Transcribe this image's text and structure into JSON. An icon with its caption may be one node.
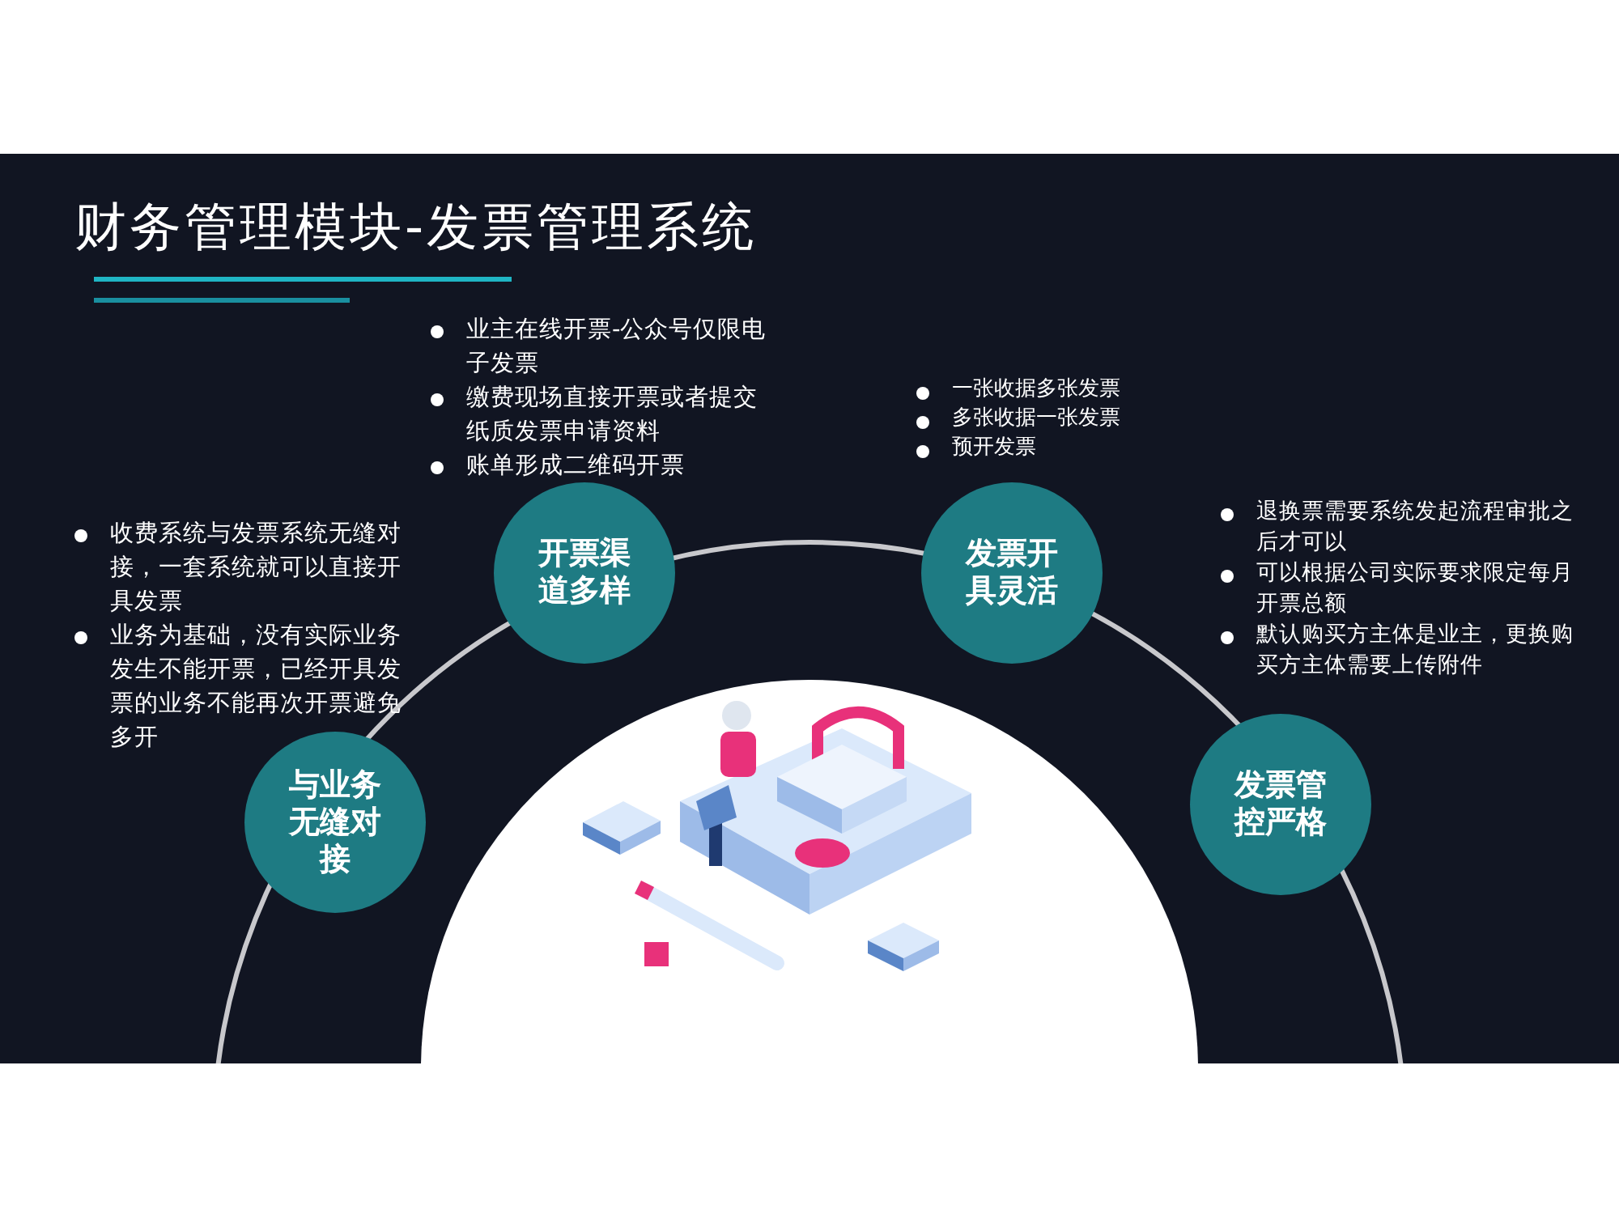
{
  "diagram": {
    "title": "财务管理模块-发票管理系统",
    "nodes": [
      {
        "text": [
          "与业务无缝对接"
        ],
        "beside": [
          "收费系统与发票系统无缝对接，一套系统就可以直接开具发票",
          "业务为基础，没有实际业务发生不能开票，已经开具发票的业务不能再次开票避免多开"
        ]
      },
      {
        "text": [
          "开票渠道多样"
        ],
        "beside": [
          "业主在线开票-公众号仅限电子发票",
          "缴费现场直接开票或者提交纸质发票申请资料",
          "账单形成二维码开票"
        ]
      },
      {
        "text": [
          "发票开具灵活"
        ],
        "beside": [
          "一张收据多张发票",
          "多张收据一张发票",
          "预开发票"
        ]
      },
      {
        "text": [
          "发票管控严格"
        ],
        "beside": [
          "退换票需要系统发起流程审批之后才可以",
          "可以根据公司实际要求限定每月开票总额",
          "默认购买方主体是业主，更换购买方主体需要上传附件"
        ]
      }
    ]
  }
}
